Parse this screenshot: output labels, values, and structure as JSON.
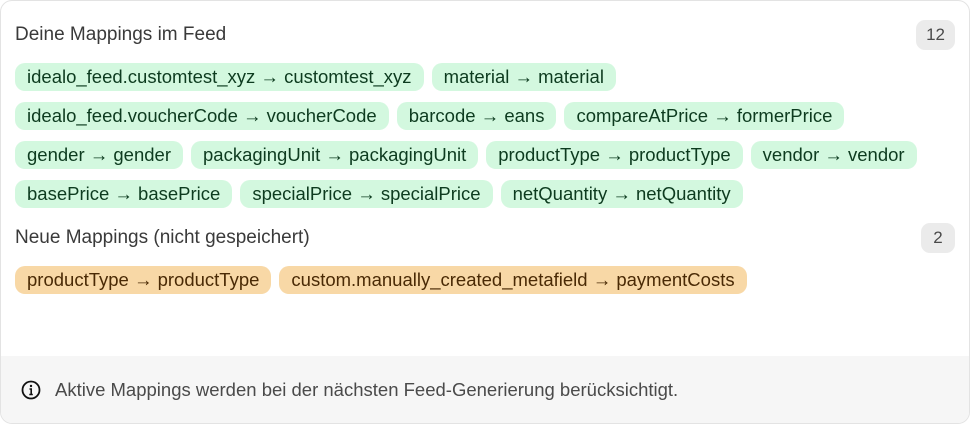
{
  "feed": {
    "title": "Deine Mappings im Feed",
    "count": "12",
    "tags": [
      "idealo_feed.customtest_xyz → customtest_xyz",
      "material → material",
      "idealo_feed.voucherCode → voucherCode",
      "barcode → eans",
      "compareAtPrice → formerPrice",
      "gender → gender",
      "packagingUnit → packagingUnit",
      "productType → productType",
      "vendor → vendor",
      "basePrice → basePrice",
      "specialPrice → specialPrice",
      "netQuantity → netQuantity"
    ]
  },
  "new": {
    "title": "Neue Mappings (nicht gespeichert)",
    "count": "2",
    "tags": [
      "productType → productType",
      "custom.manually_created_metafield → paymentCosts"
    ]
  },
  "footer": {
    "icon": "info-icon",
    "text": "Aktive Mappings werden bei der nächsten Feed-Generierung berücksichtigt."
  },
  "colors": {
    "green": "#d3f8df",
    "orange": "#f8d8a6",
    "footer_bg": "#f6f6f6"
  }
}
